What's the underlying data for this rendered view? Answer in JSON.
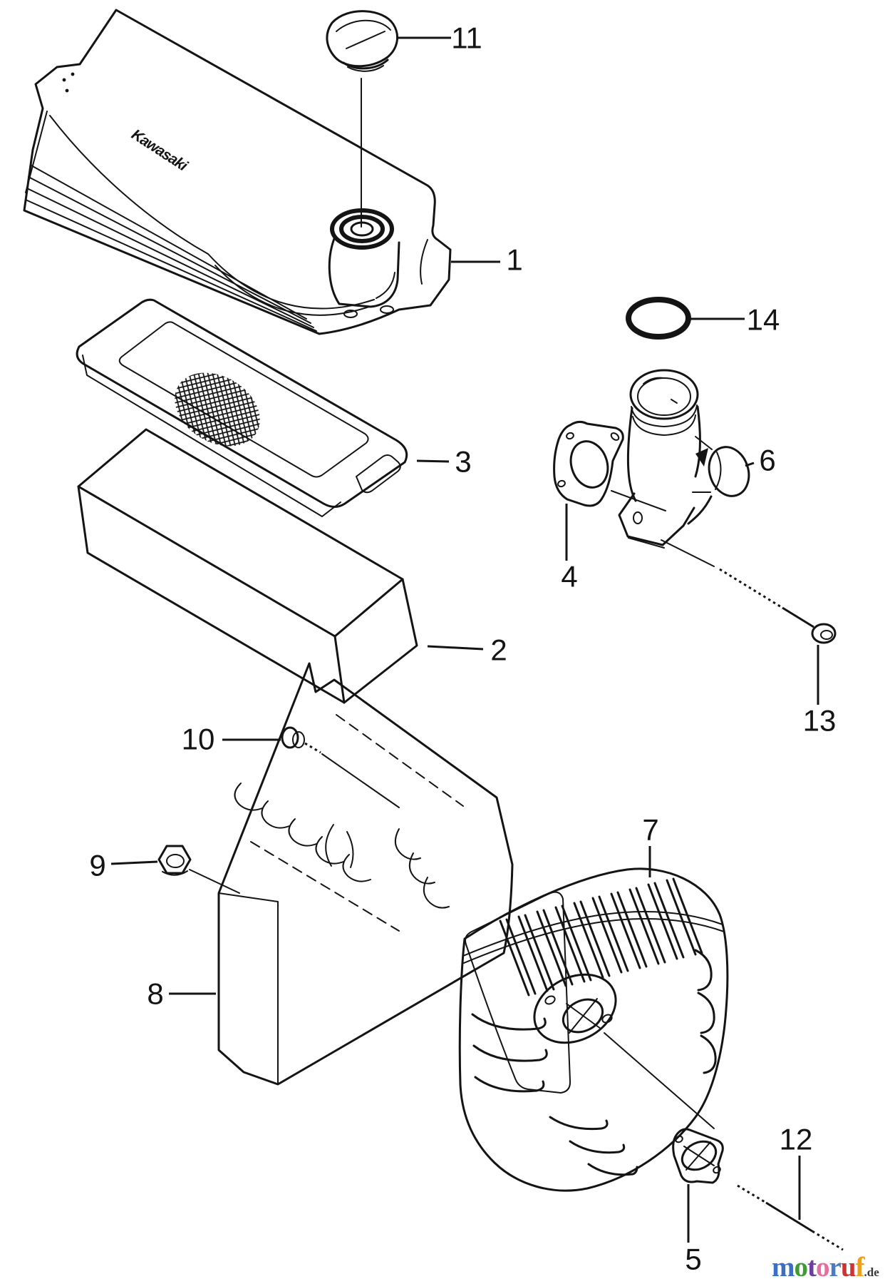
{
  "diagram": {
    "brand_logo": "Kawasaki",
    "ink": "#141414",
    "callouts": [
      {
        "id": "1"
      },
      {
        "id": "2"
      },
      {
        "id": "3"
      },
      {
        "id": "4"
      },
      {
        "id": "5"
      },
      {
        "id": "6"
      },
      {
        "id": "7"
      },
      {
        "id": "8"
      },
      {
        "id": "9"
      },
      {
        "id": "10"
      },
      {
        "id": "11"
      },
      {
        "id": "12"
      },
      {
        "id": "13"
      },
      {
        "id": "14"
      }
    ],
    "watermark": {
      "letters": [
        {
          "ch": "m",
          "color": "#3a6fc4"
        },
        {
          "ch": "o",
          "color": "#3f9c35"
        },
        {
          "ch": "t",
          "color": "#6a3fa0"
        },
        {
          "ch": "o",
          "color": "#e86ca0"
        },
        {
          "ch": "r",
          "color": "#4a7bc8"
        },
        {
          "ch": "u",
          "color": "#cc3333"
        },
        {
          "ch": "f",
          "color": "#ef9f1f"
        }
      ],
      "suffix": ".de",
      "suffix_color": "#3a3a3a"
    }
  }
}
